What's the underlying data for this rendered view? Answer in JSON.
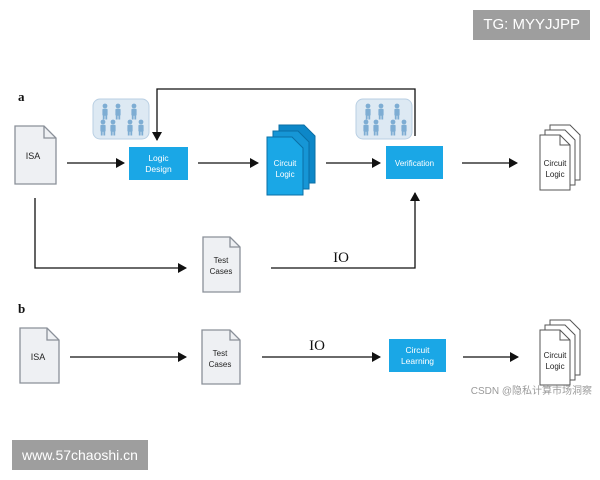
{
  "watermarks": {
    "top_right": "TG: MYYJJPP",
    "bottom_left": "www.57chaoshi.cn",
    "csdn": "CSDN @隐私计算市场洞察"
  },
  "panels": {
    "a": {
      "label": "a",
      "isa": "ISA",
      "logic_design": [
        "Logic",
        "Design"
      ],
      "circuit_stack": [
        "Circuit",
        "Logic"
      ],
      "verification": "Verification",
      "output": [
        "Circuit",
        "Logic"
      ],
      "test_cases": [
        "Test",
        "Cases"
      ],
      "io": "IO"
    },
    "b": {
      "label": "b",
      "isa": "ISA",
      "test_cases": [
        "Test",
        "Cases"
      ],
      "io": "IO",
      "circuit_learning": [
        "Circuit",
        "Learning"
      ],
      "output": [
        "Circuit",
        "Logic"
      ]
    }
  },
  "colors": {
    "process_blue": "#1aa7e6",
    "process_dark": "#0d87c8",
    "doc_fill": "#eef0f3",
    "doc_stroke": "#8a9099",
    "people_bg": "#dde9f3",
    "people_fg": "#7eadd3",
    "arrow": "#111111"
  }
}
